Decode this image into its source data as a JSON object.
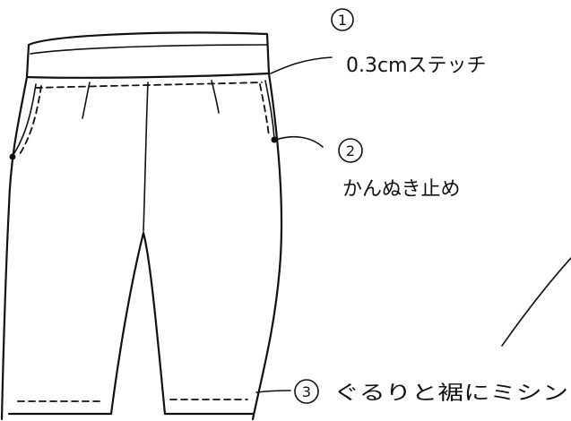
{
  "annotations": [
    {
      "number": "1",
      "text": "0.3cmステッチ"
    },
    {
      "number": "2",
      "text": "かんぬき止め"
    },
    {
      "number": "3",
      "text": "ぐるりと裾にミシン"
    }
  ]
}
